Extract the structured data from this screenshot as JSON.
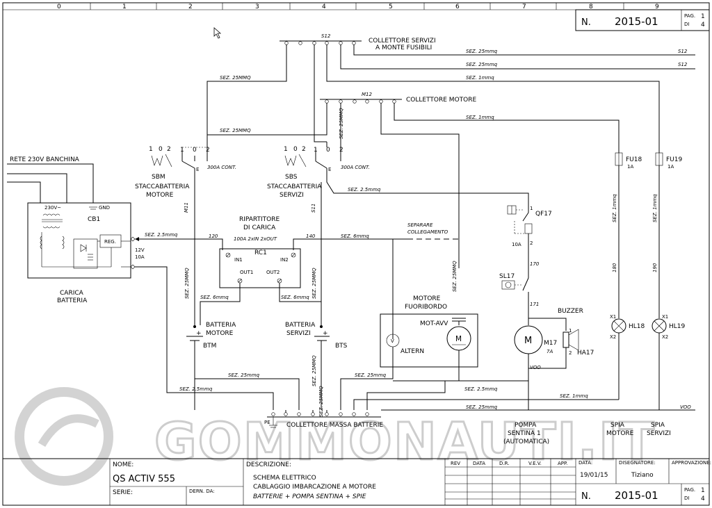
{
  "grid": {
    "columns": [
      "0",
      "1",
      "2",
      "3",
      "4",
      "5",
      "6",
      "7",
      "8",
      "9"
    ]
  },
  "doc_number": {
    "label": "N.",
    "value": "2015-01",
    "page_label": "PAG.",
    "page": "1",
    "of_label": "DI",
    "total": "4"
  },
  "buses": {
    "services": {
      "tag": "S12",
      "line1": "COLLETTORE SERVIZI",
      "line2": "A MONTE FUSIBILI"
    },
    "motor": {
      "tag": "M12",
      "label": "COLLETTORE MOTORE"
    },
    "ground": {
      "tag": "PE",
      "label": "COLLETTORE MASSA BATTERIE"
    }
  },
  "wire_labels": {
    "sez25mmq_cap": "SEZ. 25MMQ",
    "sez25mmq": "SEZ. 25mmq",
    "sez1mmq": "SEZ. 1mmq",
    "sez25": "SEZ. 2.5mmq",
    "sez6": "SEZ. 6mmq",
    "sez6a": "SEZ. 6mmq",
    "sez6b": "SEZ. 6mmq",
    "s12": "S12",
    "m11": "M11",
    "s11": "S11",
    "n120": "120",
    "n140": "140",
    "n170": "170",
    "n171": "171",
    "n180": "180",
    "n190": "190",
    "voo": "VOO",
    "separare1": "SEPARARE",
    "separare2": "COLLEGAMENTO"
  },
  "components": {
    "rete": "RETE 230V BANCHINA",
    "charger": {
      "v230": "230V~",
      "gnd": "GND",
      "cb": "CB1",
      "reg": "REG.",
      "out_v": "12V",
      "out_a": "10A",
      "name1": "CARICA",
      "name2": "BATTERIA"
    },
    "sbm": {
      "tag": "SBM",
      "name1": "STACCABATTERIA",
      "name2": "MOTORE",
      "rating": "300A CONT.",
      "p1": "1",
      "p0": "0",
      "p2": "2",
      "pe": "E"
    },
    "sbs": {
      "tag": "SBS",
      "name1": "STACCABATTERIA",
      "name2": "SERVIZI",
      "rating": "300A CONT.",
      "p1": "1",
      "p0": "0",
      "p2": "2",
      "pe": "E"
    },
    "rc1": {
      "name1": "RIPARTITORE",
      "name2": "DI CARICA",
      "spec": "100A 2xIN 2xOUT",
      "tag": "RC1",
      "in1": "IN1",
      "in2": "IN2",
      "out1": "OUT1",
      "out2": "OUT2"
    },
    "btm": {
      "name1": "BATTERIA",
      "name2": "MOTORE",
      "tag": "BTM"
    },
    "bts": {
      "name1": "BATTERIA",
      "name2": "SERVIZI",
      "tag": "BTS"
    },
    "outboard": {
      "name1": "MOTORE",
      "name2": "FUORIBORDO",
      "mot": "MOT-AVV",
      "m": "M",
      "v": "V",
      "altern": "ALTERN"
    },
    "qf17": {
      "tag": "QF17",
      "rating": "10A"
    },
    "sl17": {
      "tag": "SL17"
    },
    "buzzer": {
      "label": "BUZZER",
      "tag": "HA17",
      "p1": "1",
      "p2": "2"
    },
    "m17": {
      "tag": "M17",
      "rating": "7A",
      "m": "M"
    },
    "pump": {
      "name1": "POMPA",
      "name2": "SENTINA 1",
      "name3": "(AUTOMATICA)"
    },
    "fu18": {
      "tag": "FU18",
      "rating": "1A"
    },
    "fu19": {
      "tag": "FU19",
      "rating": "1A"
    },
    "hl18": {
      "tag": "HL18",
      "x1": "X1",
      "x2": "X2",
      "name1": "SPIA",
      "name2": "MOTORE"
    },
    "hl19": {
      "tag": "HL19",
      "x1": "X1",
      "x2": "X2",
      "name1": "SPIA",
      "name2": "SERVIZI"
    }
  },
  "title_block": {
    "nome_label": "NOME:",
    "nome": "QS ACTIV 555",
    "serie_label": "SERIE:",
    "dern_label": "DERN. DA:",
    "descr_label": "DESCRIZIONE:",
    "descr1": "SCHEMA ELETTRICO",
    "descr2": "CABLAGGIO IMBARCAZIONE A MOTORE",
    "descr3": "BATTERIE + POMPA SENTINA + SPIE",
    "rev": "REV",
    "data": "DATA",
    "dr": "D.R.",
    "vev": "V.E.V.",
    "app": "APP.",
    "data_label": "DATA:",
    "date": "19/01/15",
    "designer_label": "DISEGNATORE:",
    "designer": "Tiziano",
    "approval_label": "APPROVAZIONE:"
  },
  "watermark": "GOMMONAUTI.IT"
}
